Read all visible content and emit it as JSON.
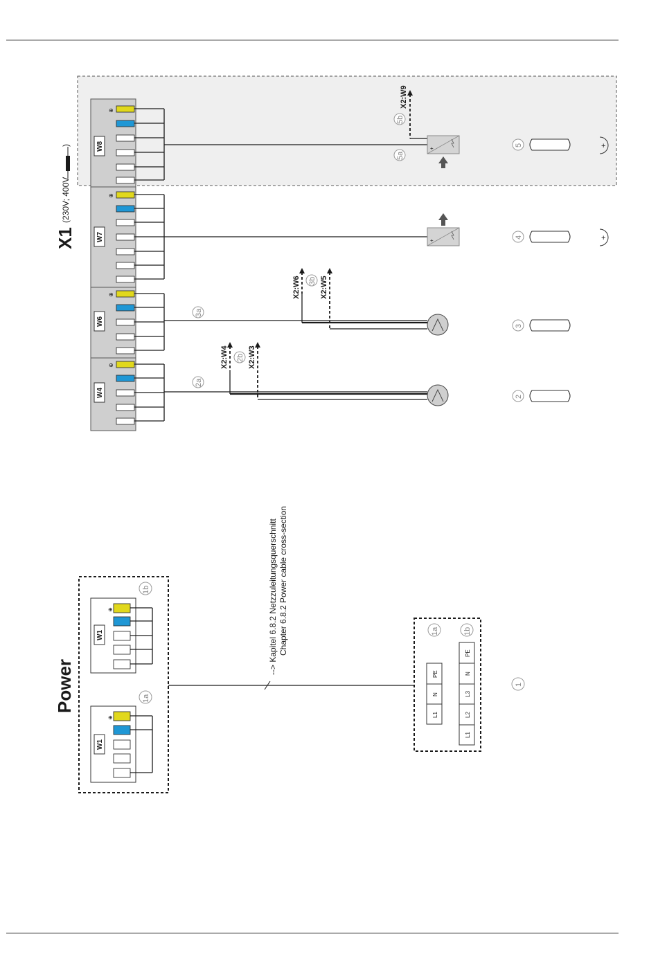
{
  "title": "Power",
  "x1": {
    "label": "X1",
    "voltage": "(230V; 400V",
    "voltage_tail": ")"
  },
  "modules": [
    {
      "id": "w1a",
      "label": "W1",
      "group": "power"
    },
    {
      "id": "w1b",
      "label": "W1",
      "group": "power"
    },
    {
      "id": "w4",
      "label": "W4",
      "group": "x1"
    },
    {
      "id": "w6",
      "label": "W6",
      "group": "x1"
    },
    {
      "id": "w7",
      "label": "W7",
      "group": "x1"
    },
    {
      "id": "w8",
      "label": "W8",
      "group": "x1"
    }
  ],
  "markers": {
    "m1a": "1a",
    "m1b": "1b",
    "m2": "2",
    "m2a": "2a",
    "m2b": "2b",
    "m3": "3",
    "m3a": "3a",
    "m3b": "3b",
    "m4": "4",
    "m5": "5",
    "m5a": "5a",
    "m5b": "5b",
    "m1": "1",
    "m1a_supply": "1a",
    "m1b_supply": "1b"
  },
  "connections": {
    "x2w4": "X2:W4",
    "x2w3": "X2:W3",
    "x2w6": "X2:W6",
    "x2w5": "X2:W5",
    "x2w9": "X2:W9"
  },
  "note": {
    "line1": "--> Kapitel 6.8.2  Netzzuleitungsquerschnitt",
    "line2": "Chapter 6.8.2 Power cable cross-section"
  },
  "supply": {
    "single_phase": [
      "L1",
      "N",
      "PE"
    ],
    "three_phase": [
      "L1",
      "L2",
      "L3",
      "N",
      "PE"
    ]
  },
  "symbols": {
    "ground": "⊕",
    "plus": "+"
  },
  "colors": {
    "earth_terminal": "#e1d81c",
    "neutral_terminal": "#1f97d5",
    "module_fill": "#cfcfcf",
    "zone_fill": "#efefef"
  }
}
